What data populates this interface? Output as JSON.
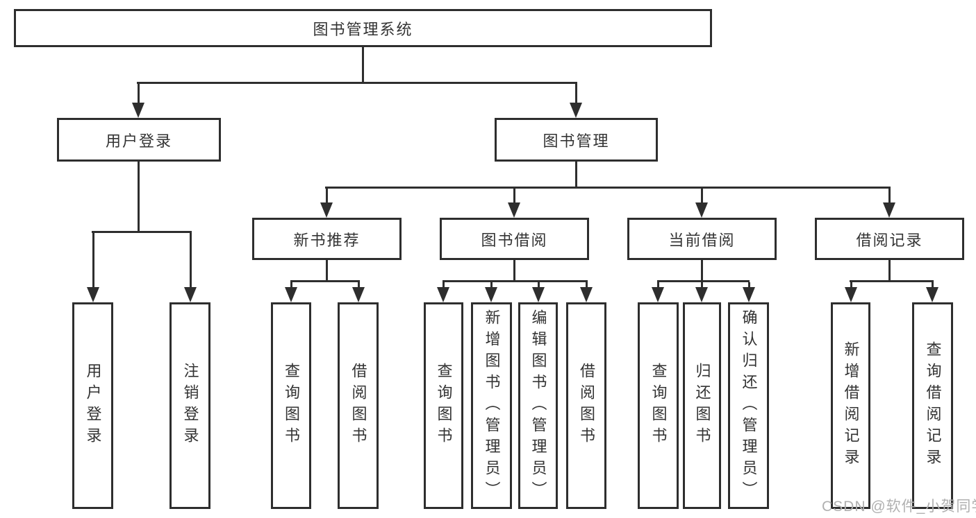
{
  "palette": {
    "line": "#2e2e2e",
    "text": "#333333",
    "watermark": "#b0b0b0",
    "bg": "#ffffff"
  },
  "diagram": {
    "root": "图书管理系统",
    "level2": {
      "user_login": "用户登录",
      "book_mgmt": "图书管理"
    },
    "level3": {
      "new_books": "新书推荐",
      "book_borrow": "图书借阅",
      "current_borrow": "当前借阅",
      "borrow_records": "借阅记录"
    },
    "leaves": {
      "login": [
        "用户登录",
        "注销登录"
      ],
      "new_books": [
        "查询图书",
        "借阅图书"
      ],
      "book_borrow": [
        "查询图书",
        "新增图书（管理员）",
        "编辑图书（管理员）",
        "借阅图书"
      ],
      "current_borrow": [
        "查询图书",
        "归还图书",
        "确认归还（管理员）"
      ],
      "borrow_records": [
        "新增借阅记录",
        "查询借阅记录"
      ]
    }
  },
  "watermark": "CSDN @软件_小贺同学"
}
